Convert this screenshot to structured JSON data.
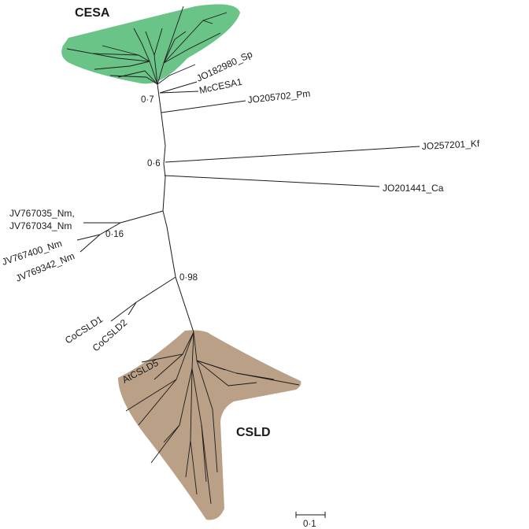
{
  "colors": {
    "cesa_fill": "#6ac387",
    "csld_fill": "#b9a087",
    "branch": "#1a1a1a",
    "background": "#ffffff"
  },
  "clades": {
    "cesa": "CESA",
    "csld": "CSLD"
  },
  "taxa": {
    "jo182980": "JO182980_Sp",
    "mccesa1": "McCESA1",
    "jo205702": "JO205702_Pm",
    "jo257201": "JO257201_Kf",
    "jo201441": "JO201441_Ca",
    "jv767035": "JV767035_Nm,",
    "jv767034": "JV767034_Nm",
    "jv767400": "JV767400_Nm",
    "jv769342": "JV769342_Nm",
    "cocsld1": "CoCSLD1",
    "cocsld2": "CoCSLD2",
    "atcsld5": "AtCSLD5"
  },
  "support_values": {
    "node_a": "0·7",
    "node_b": "0·6",
    "node_c": "0·16",
    "node_d": "0·98"
  },
  "scale_bar": {
    "label": "0·1"
  }
}
